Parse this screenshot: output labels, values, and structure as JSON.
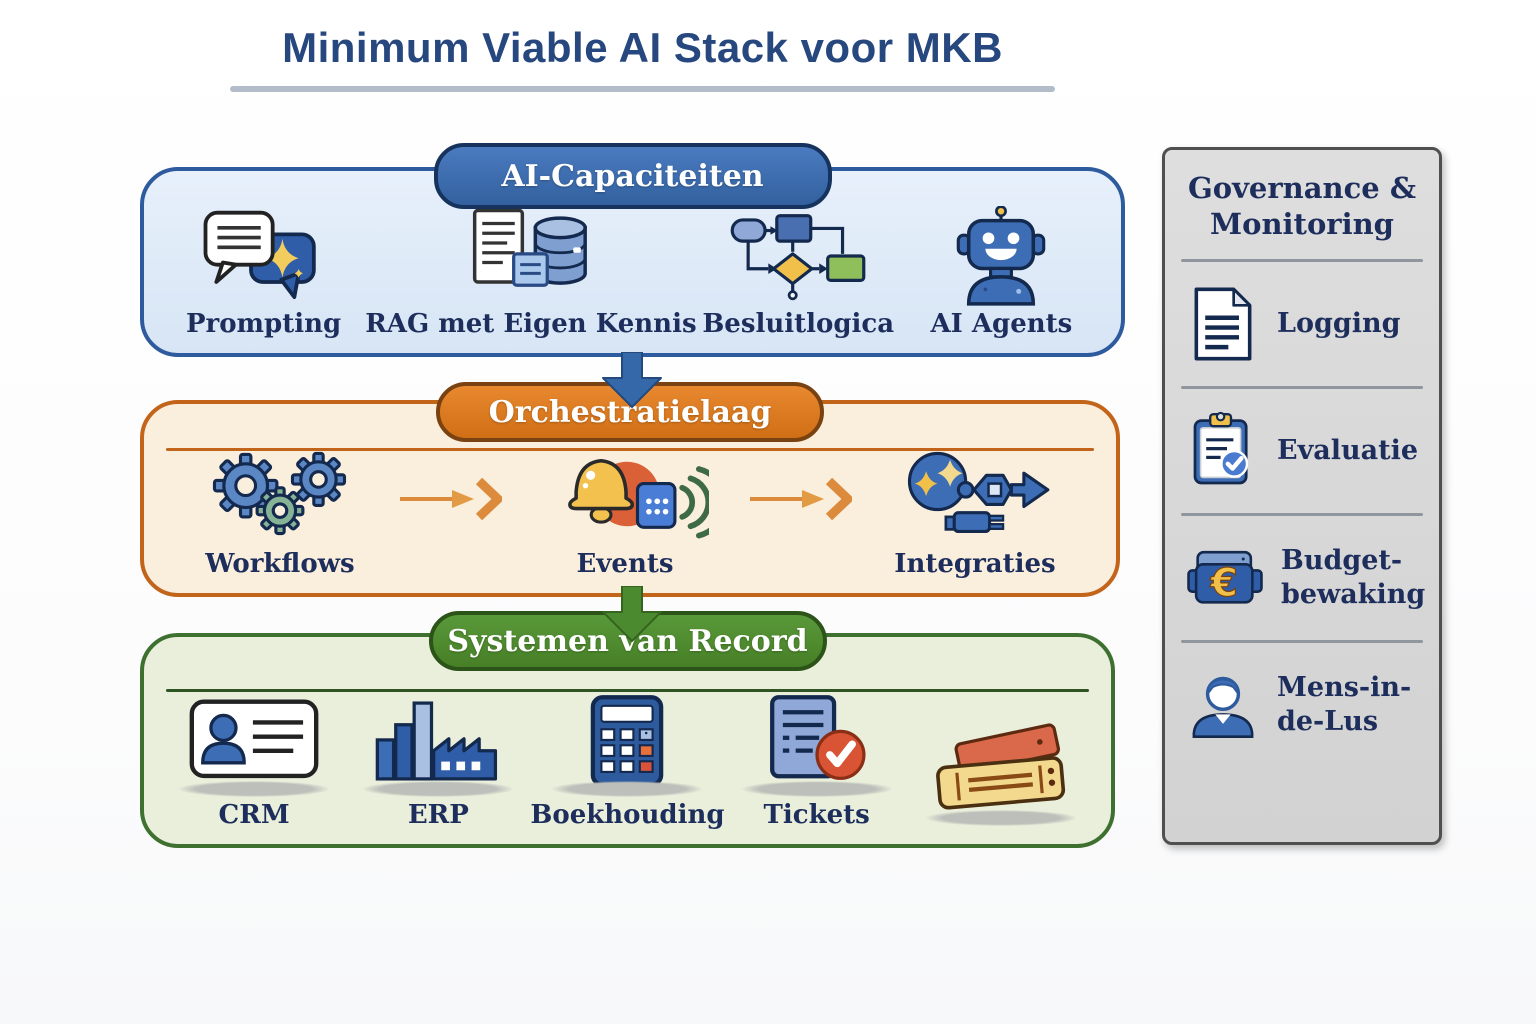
{
  "title": {
    "text": "Minimum Viable AI Stack voor MKB"
  },
  "layers": [
    {
      "header": "AI-Capaciteiten",
      "items": [
        {
          "label": "Prompting",
          "icon": "chat-sparkle-icon"
        },
        {
          "label": "RAG met Eigen Kennis",
          "icon": "document-database-icon"
        },
        {
          "label": "Besluitlogica",
          "icon": "flowchart-icon"
        },
        {
          "label": "AI Agents",
          "icon": "robot-icon"
        }
      ]
    },
    {
      "header": "Orchestratielaag",
      "items": [
        {
          "label": "Workflows",
          "icon": "gears-icon"
        },
        {
          "label": "Events",
          "icon": "bell-notification-icon"
        },
        {
          "label": "Integraties",
          "icon": "plug-integration-icon"
        }
      ]
    },
    {
      "header": "Systemen van Record",
      "items": [
        {
          "label": "CRM",
          "icon": "contact-card-icon"
        },
        {
          "label": "ERP",
          "icon": "factory-chart-icon"
        },
        {
          "label": "Boekhouding",
          "icon": "calculator-icon"
        },
        {
          "label": "Tickets",
          "icon": "document-check-icon"
        },
        {
          "label": "",
          "icon": "ticket-stubs-icon"
        }
      ]
    }
  ],
  "sidebar": {
    "title": "Governance & Monitoring",
    "items": [
      {
        "label": "Logging",
        "icon": "log-document-icon"
      },
      {
        "label": "Evaluatie",
        "icon": "clipboard-check-icon"
      },
      {
        "label": "Budget-bewaking",
        "icon": "wallet-euro-icon"
      },
      {
        "label": "Mens-in-de-Lus",
        "icon": "person-icon"
      }
    ]
  },
  "colors": {
    "title_text": "#27477F",
    "label_text": "#1D2E5C",
    "layer_blue_border": "#2E5B9E",
    "layer_blue_fill": "#DCE8F7",
    "pill_blue": "#3B6BB0",
    "layer_orange_border": "#C2641A",
    "layer_orange_fill": "#FAEEDC",
    "pill_orange": "#DE7B1F",
    "layer_green_border": "#3E7030",
    "layer_green_fill": "#E9EFDB",
    "pill_green": "#4F8C2C",
    "sidebar_fill": "#D9D9D9",
    "arrow_orange": "#DC8A3C"
  }
}
